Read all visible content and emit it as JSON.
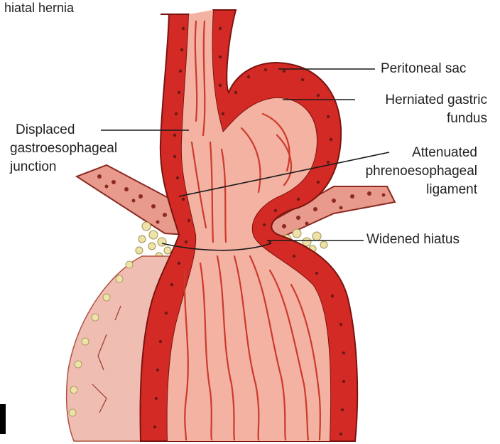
{
  "caption_fragment": "hiatal hernia",
  "labels": {
    "peritoneal_sac": "Peritoneal sac",
    "herniated_fundus_line1": "Herniated gastric",
    "herniated_fundus_line2": "fundus",
    "displaced_gej_line1": "Displaced",
    "displaced_gej_line2": "gastroesophageal",
    "displaced_gej_line3": "junction",
    "attenuated_line1": "Attenuated",
    "attenuated_line2": "phrenoesophageal",
    "attenuated_line3": "ligament",
    "widened_hiatus": "Widened hiatus"
  },
  "colors": {
    "wall_red": "#d42a25",
    "mucosa_pink": "#f3b2a2",
    "fold_red": "#cc3a2a",
    "serosa": "#e9a8a0",
    "fat_yellow": "#e8dda0"
  }
}
